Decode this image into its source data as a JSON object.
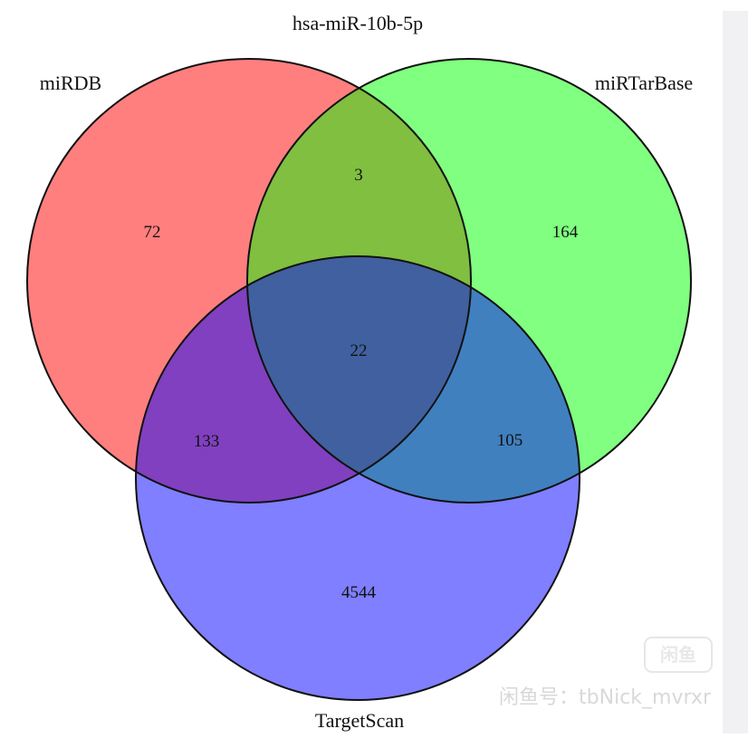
{
  "title": "hsa-miR-10b-5p",
  "sets": [
    {
      "key": "mirdb",
      "label": "miRDB",
      "color": "#ff7f7f"
    },
    {
      "key": "mirtarbase",
      "label": "miRTarBase",
      "color": "#80ff80"
    },
    {
      "key": "targetscan",
      "label": "TargetScan",
      "color": "#7f7fff"
    }
  ],
  "intersection_colors": {
    "mirdb_mirtarbase": "#80bf40",
    "mirdb_targetscan": "#8040bf",
    "mirtarbase_targetscan": "#4080bf",
    "all": "#40609f"
  },
  "regions": {
    "mirdb_only": "72",
    "mirtarbase_only": "164",
    "targetscan_only": "4544",
    "mirdb_mirtarbase": "3",
    "mirdb_targetscan": "133",
    "mirtarbase_targetscan": "105",
    "all": "22"
  },
  "watermark": {
    "logo_text": "闲鱼",
    "text": "闲鱼号：tbNick_mvrxr"
  }
}
